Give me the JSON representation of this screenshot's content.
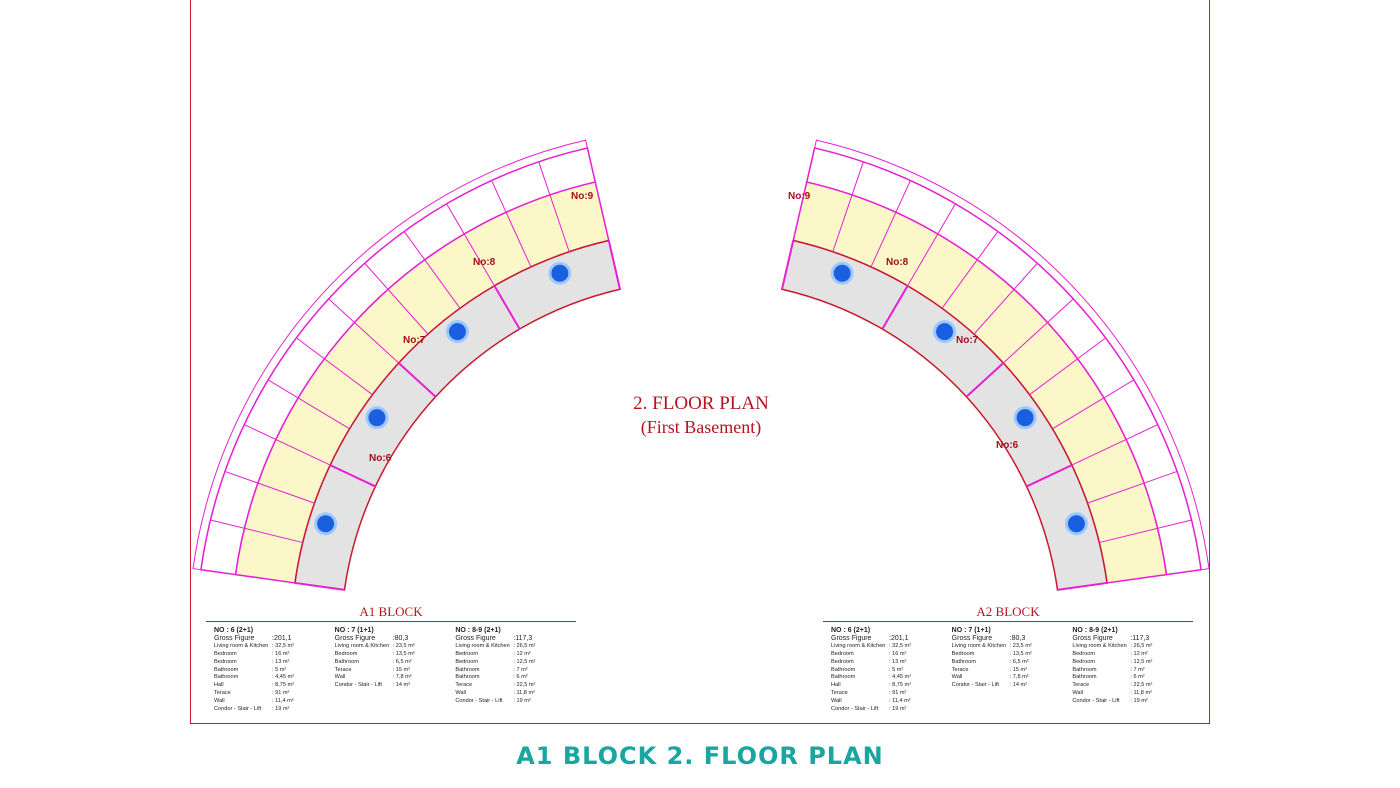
{
  "plan": {
    "title": "2. FLOOR PLAN",
    "subtitle": "(First Basement)",
    "unit_labels_left": [
      "No:9",
      "No:8",
      "No:7",
      "No:6"
    ],
    "unit_labels_right": [
      "No:9",
      "No:8",
      "No:7",
      "No:6"
    ]
  },
  "blocks": [
    {
      "name": "A1 BLOCK",
      "units": [
        {
          "header": "NO : 6  (2+1)",
          "gross_label": "Gross Figure",
          "gross_value": ":201,1",
          "rows": [
            [
              "Living room & Kitchen",
              ": 32,5  m²"
            ],
            [
              "Bedroom",
              ": 16  m²"
            ],
            [
              "Bedroom",
              ": 13 m²"
            ],
            [
              "Bathroom",
              ": 5  m²"
            ],
            [
              "Bathroom",
              ": 4,45 m²"
            ],
            [
              "Hall",
              ": 8,75 m²"
            ],
            [
              "Terace",
              ": 91 m²"
            ],
            [
              "Wall",
              ": 11,4 m²"
            ],
            [
              "Condor - Stair - Lift",
              ": 19 m²"
            ]
          ]
        },
        {
          "header": "NO : 7  (1+1)",
          "gross_label": "Gross Figure",
          "gross_value": ":80,3",
          "rows": [
            [
              "Living room & Kitchen",
              ": 23,5  m²"
            ],
            [
              "Bedroom",
              ": 13,5  m²"
            ],
            [
              "Bathroom",
              ": 6,5 m²"
            ],
            [
              "Terace",
              ": 15 m²"
            ],
            [
              "Wall",
              ": 7,8 m²"
            ],
            [
              "Condor - Stair - Lift",
              ": 14 m²"
            ]
          ]
        },
        {
          "header": "NO : 8-9  (2+1)",
          "gross_label": "Gross Figure",
          "gross_value": ":117,3",
          "rows": [
            [
              "Living room & Kitchen",
              ": 26,5  m²"
            ],
            [
              "Bedroom",
              ": 12  m²"
            ],
            [
              "Bedroom",
              ": 12,5 m²"
            ],
            [
              "Bathroom",
              ": 7  m²"
            ],
            [
              "Bathroom",
              ": 6 m²"
            ],
            [
              "Terace",
              ": 22,5  m²"
            ],
            [
              "Wall",
              ": 11,8 m²"
            ],
            [
              "Condor - Stair - Lift",
              ": 19 m²"
            ]
          ]
        }
      ]
    },
    {
      "name": "A2 BLOCK",
      "units": [
        {
          "header": "NO : 6  (2+1)",
          "gross_label": "Gross Figure",
          "gross_value": ":201,1",
          "rows": [
            [
              "Living room & Kitchen",
              ": 32,5  m²"
            ],
            [
              "Bedroom",
              ": 16  m²"
            ],
            [
              "Bedroom",
              ": 13 m²"
            ],
            [
              "Bathroom",
              ": 5  m²"
            ],
            [
              "Bathroom",
              ": 4,45 m²"
            ],
            [
              "Hall",
              ": 8,75 m²"
            ],
            [
              "Terace",
              ": 91 m²"
            ],
            [
              "Wall",
              ": 11,4 m²"
            ],
            [
              "Condor - Stair - Lift",
              ": 19 m²"
            ]
          ]
        },
        {
          "header": "NO : 7  (1+1)",
          "gross_label": "Gross Figure",
          "gross_value": ":80,3",
          "rows": [
            [
              "Living room & Kitchen",
              ": 23,5  m²"
            ],
            [
              "Bedroom",
              ": 13,5  m²"
            ],
            [
              "Bathroom",
              ": 6,5 m²"
            ],
            [
              "Terace",
              ": 15 m²"
            ],
            [
              "Wall",
              ": 7,8 m²"
            ],
            [
              "Condor - Stair - Lift",
              ": 14 m²"
            ]
          ]
        },
        {
          "header": "NO : 8-9  (2+1)",
          "gross_label": "Gross Figure",
          "gross_value": ":117,3",
          "rows": [
            [
              "Living room & Kitchen",
              ": 26,5  m²"
            ],
            [
              "Bedroom",
              ": 12  m²"
            ],
            [
              "Bedroom",
              ": 12,5 m²"
            ],
            [
              "Bathroom",
              ": 7  m²"
            ],
            [
              "Bathroom",
              ": 6 m²"
            ],
            [
              "Terace",
              ": 22,5  m²"
            ],
            [
              "Wall",
              ": 11,8 m²"
            ],
            [
              "Condor - Stair - Lift",
              ": 19 m²"
            ]
          ]
        }
      ]
    }
  ],
  "footer": "A1 BLOCK 2. FLOOR PLAN",
  "colors": {
    "wall": "#e81fd2",
    "line": "#c8192d",
    "title": "#b5141f",
    "pool": "#1a5fe0",
    "room": "#fbf7c9",
    "corridor": "#e3e3e3",
    "footer": "#1aa5a0"
  }
}
